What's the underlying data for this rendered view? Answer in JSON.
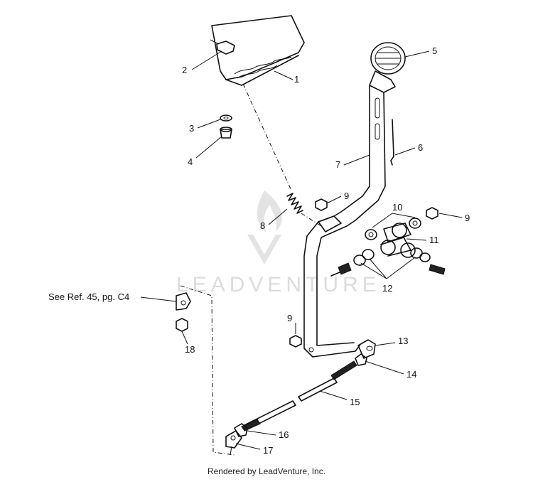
{
  "watermark": "LEADVENTURE",
  "footer": "Rendered by LeadVenture, Inc.",
  "reference_note": "See Ref. 45, pg. C4",
  "callouts": [
    "1",
    "2",
    "3",
    "4",
    "5",
    "6",
    "7",
    "8",
    "9",
    "9",
    "10",
    "11",
    "12",
    "9",
    "13",
    "14",
    "15",
    "16",
    "17",
    "18"
  ]
}
